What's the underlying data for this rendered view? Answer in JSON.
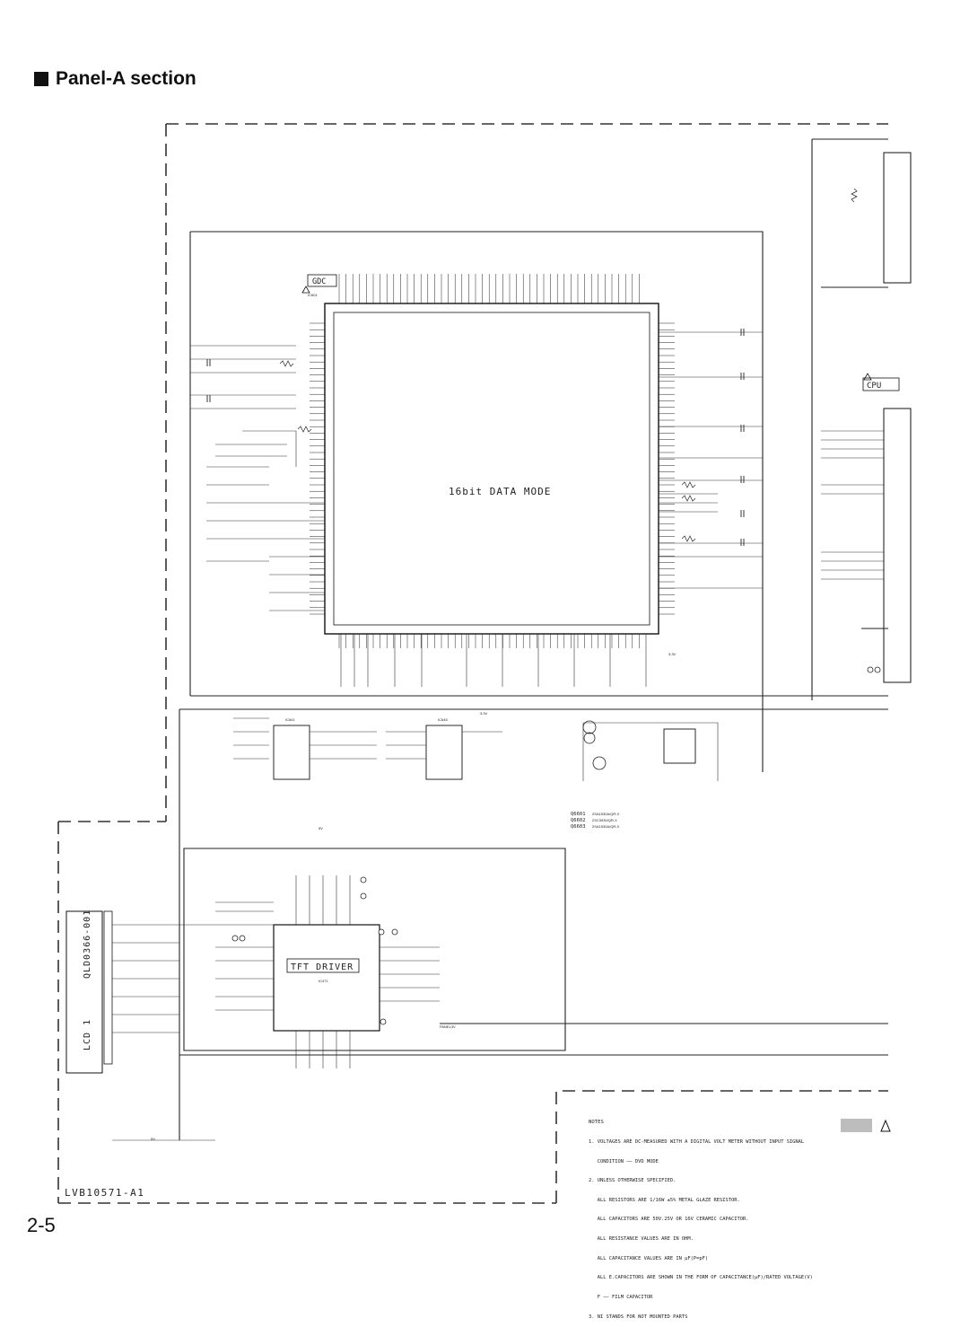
{
  "page": {
    "section_title": "Panel-A section",
    "page_number": "2-5",
    "board_id": "LVB10571-A1"
  },
  "blocks": {
    "gdc_label": "GDC",
    "gdc_part": "IC601",
    "gdc_mode": "16bit DATA MODE",
    "cpu_label": "CPU",
    "tft_label": "TFT DRIVER",
    "tft_part": "IC471",
    "lcd_label": "LCD 1",
    "lcd_part": "QLD0366-001",
    "ic641": "IC641",
    "ic645": "IC645"
  },
  "transistors": [
    {
      "ref": "Q6601",
      "part": "2SA1530A/QR-X"
    },
    {
      "ref": "Q6602",
      "part": "2SC3930/QR-X"
    },
    {
      "ref": "Q6603",
      "part": "2SA1530A/QR-X"
    }
  ],
  "rails": {
    "v33": "3.3V",
    "v5": "5V",
    "panel": "PANEL3V"
  },
  "notes": {
    "header": "NOTES",
    "lines": [
      "1. VOLTAGES ARE DC-MEASURED WITH A DIGITAL VOLT METER WITHOUT INPUT SIGNAL",
      "   CONDITION —— DVD MODE",
      "2. UNLESS OTHERWISE SPECIFIED.",
      "   ALL RESISTORS ARE 1/16W ±5% METAL GLAZE RESISTOR.",
      "   ALL CAPACITORS ARE 50V.25V OR 16V CERAMIC CAPACITOR.",
      "   ALL RESISTANCE VALUES ARE IN OHM.",
      "   ALL CAPACITANCE VALUES ARE IN μF(P=pF)",
      "   ALL E.CAPACITORS ARE SHOWN IN THE FORM OF CAPACITANCE(μF)/RATED VOLTAGE(V)",
      "   F —— FILM CAPACITOR",
      "3. NI STANDS FOR NOT MOUNTED PARTS"
    ]
  },
  "colors": {
    "ink": "#111111",
    "line": "#222222",
    "paper": "#ffffff",
    "shade": "#bdbdbd"
  }
}
